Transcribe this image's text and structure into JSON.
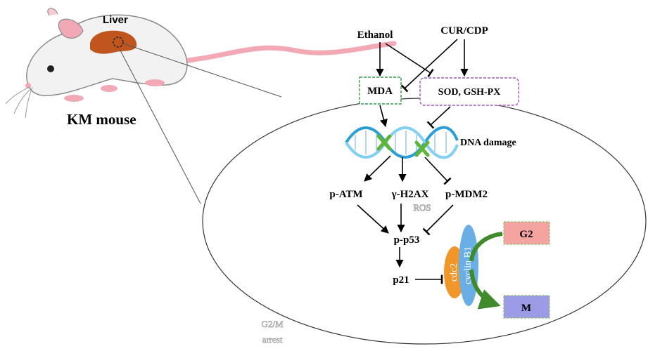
{
  "labels": {
    "liver": "Liver",
    "mouse": "KM mouse",
    "ethanol": "Ethanol",
    "cur_cdp": "CUR/CDP",
    "mda": "MDA",
    "sod_gsh": "SOD, GSH-PX",
    "dna_damage": "DNA damage",
    "p_atm": "p-ATM",
    "h2ax": "γ-H2AX",
    "p_mdm2": "p-MDM2",
    "ros": "ROS",
    "p_p53": "p-p53",
    "p21": "p21",
    "cdc2": "cdc2",
    "cyclin_b1": "cyclin B1",
    "g2": "G2",
    "m": "M",
    "g2m_line1": "G2/M",
    "g2m_line2": "arrest"
  },
  "colors": {
    "liver": "#c0561e",
    "mouse_body": "#f2f2f2",
    "mouse_tail": "#f3a9b5",
    "mda_border": "#2e9b4a",
    "sod_border": "#9b59b6",
    "g2_fill": "#f4a3a0",
    "m_fill": "#9b9be6",
    "cdc2_fill": "#f0962b",
    "cyclin_fill": "#6aaee6",
    "arc_green": "#3f8a2a",
    "dna_blue": "#2a9fd6",
    "dna_cross": "#5fb43a"
  }
}
